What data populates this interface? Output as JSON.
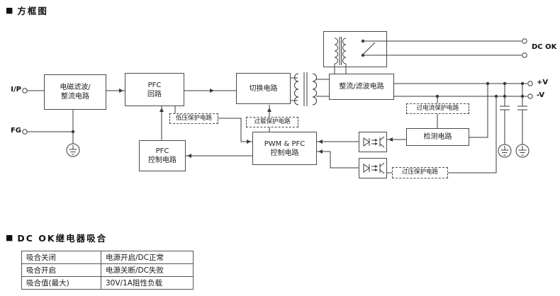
{
  "sections": {
    "block_diagram": {
      "marker": "■",
      "title": "方框图"
    },
    "dc_ok_relay": {
      "marker": "■",
      "title": "DC OK继电器吸合"
    }
  },
  "diagram": {
    "terminals": {
      "input": "I/P",
      "fg": "FG",
      "dc_ok": "DC OK",
      "v_plus": "+V",
      "v_minus": "-V"
    },
    "blocks": {
      "emi_filter": [
        "电磁滤波/",
        "整流电路"
      ],
      "pfc_circuit": [
        "PFC",
        "回路"
      ],
      "switching": [
        "切换电路"
      ],
      "rectifier_filter": [
        "整流/滤波电路"
      ],
      "uv_protection": [
        "低压保护电路"
      ],
      "overload_protection": [
        "过载保护电路"
      ],
      "pfc_control": [
        "PFC",
        "控制电路"
      ],
      "pwm_pfc_control": [
        "PWM & PFC",
        "控制电路"
      ],
      "oc_protection": [
        "过电流保护电路"
      ],
      "detection": [
        "检测电路"
      ],
      "ov_protection": [
        "过压保护电路"
      ]
    }
  },
  "relay_table": {
    "rows": [
      {
        "label": "吸合关闭",
        "value": "电源开启/DC正常"
      },
      {
        "label": "吸合开启",
        "value": "电源关断/DC失败"
      },
      {
        "label": "吸合值(最大)",
        "value": "30V/1A阻性负载"
      }
    ]
  }
}
